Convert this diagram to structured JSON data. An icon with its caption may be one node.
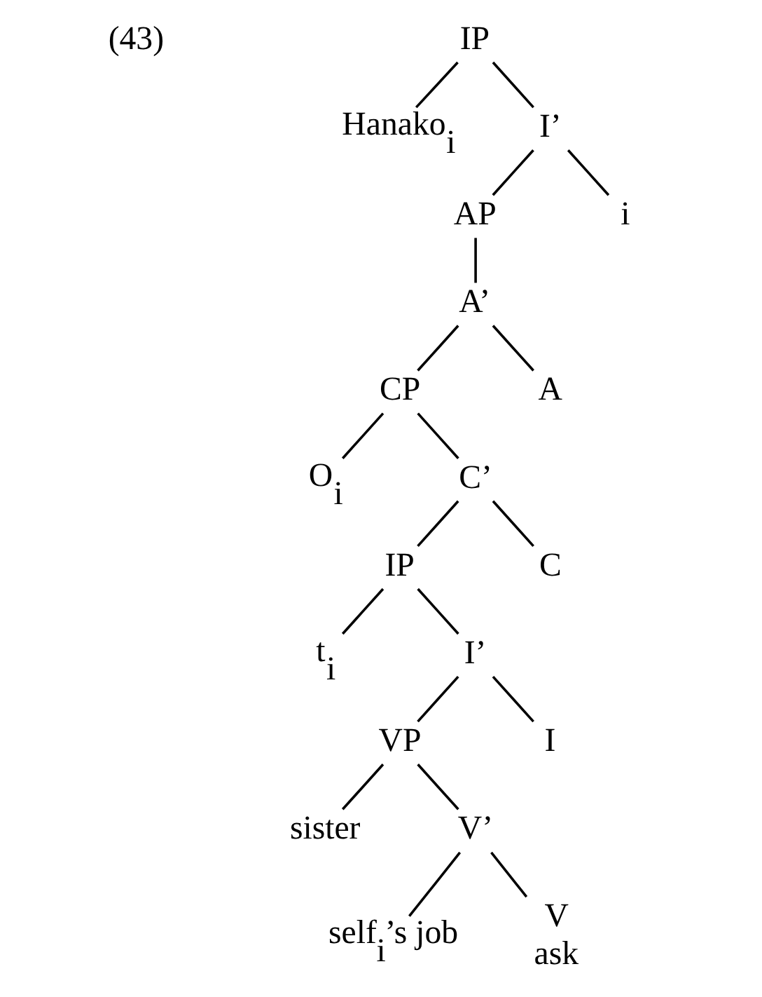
{
  "diagram": {
    "nodes": [
      {
        "text": [
          "IP"
        ]
      },
      {
        "text": [
          "Hanako$_{i}$"
        ]
      },
      {
        "text": [
          "I’"
        ]
      },
      {
        "text": [
          "AP"
        ]
      },
      {
        "text": [
          "i"
        ]
      },
      {
        "text": [
          "A’"
        ]
      },
      {
        "text": [
          "CP"
        ]
      },
      {
        "text": [
          "A"
        ]
      },
      {
        "text": [
          "O$_{i}$"
        ]
      },
      {
        "text": [
          "C’"
        ]
      },
      {
        "text": [
          "IP"
        ]
      },
      {
        "text": [
          "C"
        ]
      },
      {
        "text": [
          "t$_{i}$"
        ]
      },
      {
        "text": [
          "I’"
        ]
      },
      {
        "text": [
          "VP"
        ]
      },
      {
        "text": [
          "I"
        ]
      },
      {
        "text": [
          "sister"
        ]
      },
      {
        "text": [
          "V’"
        ]
      },
      {
        "text": [
          "self$_{i}$’s job"
        ]
      },
      {
        "text": [
          "V"
        ],
        "beside": [
          "ask"
        ]
      }
    ],
    "edges": [
      {
        "from": 0,
        "to": 1,
        "arrow": "none"
      },
      {
        "from": 0,
        "to": 2,
        "arrow": "none"
      },
      {
        "from": 2,
        "to": 3,
        "arrow": "none"
      },
      {
        "from": 2,
        "to": 4,
        "arrow": "none"
      },
      {
        "from": 3,
        "to": 5,
        "arrow": "none"
      },
      {
        "from": 5,
        "to": 6,
        "arrow": "none"
      },
      {
        "from": 5,
        "to": 7,
        "arrow": "none"
      },
      {
        "from": 6,
        "to": 8,
        "arrow": "none"
      },
      {
        "from": 6,
        "to": 9,
        "arrow": "none"
      },
      {
        "from": 9,
        "to": 10,
        "arrow": "none"
      },
      {
        "from": 9,
        "to": 11,
        "arrow": "none"
      },
      {
        "from": 10,
        "to": 12,
        "arrow": "none"
      },
      {
        "from": 10,
        "to": 13,
        "arrow": "none"
      },
      {
        "from": 13,
        "to": 14,
        "arrow": "none"
      },
      {
        "from": 13,
        "to": 15,
        "arrow": "none"
      },
      {
        "from": 14,
        "to": 16,
        "arrow": "none"
      },
      {
        "from": 14,
        "to": 17,
        "arrow": "none"
      },
      {
        "from": 17,
        "to": 18,
        "arrow": "none"
      },
      {
        "from": 17,
        "to": 19,
        "arrow": "none"
      }
    ],
    "labels": [
      "(43)"
    ]
  }
}
